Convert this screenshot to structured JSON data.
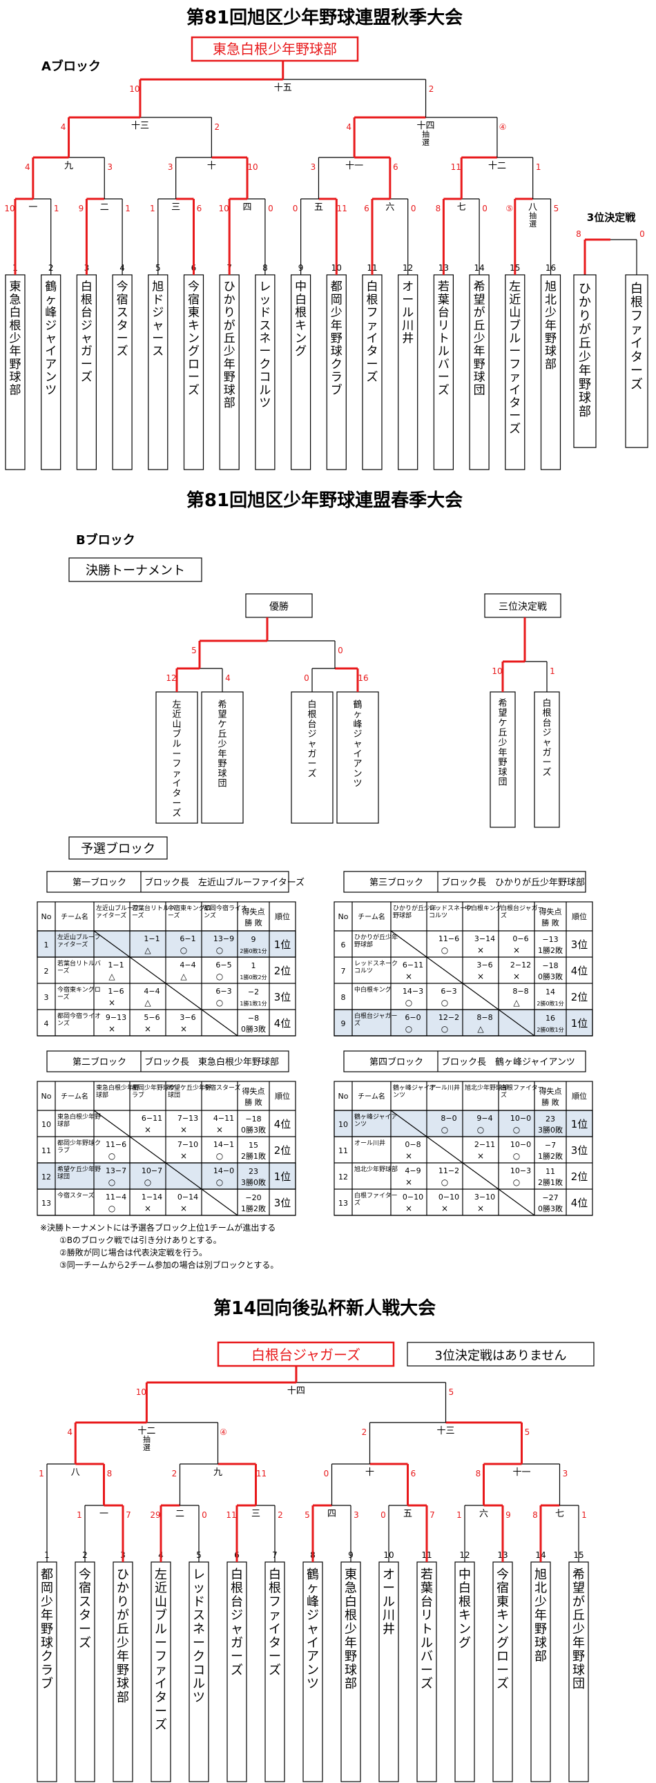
{
  "colors": {
    "red": "#e8191b",
    "black": "#000000",
    "highlight": "#dde7f2"
  },
  "bracket_a": {
    "title": "第81回旭区少年野球連盟秋季大会",
    "block_label": "Aブロック",
    "champion": "東急白根少年野球部",
    "final_label": "十五",
    "final_scores": [
      "10",
      "2"
    ],
    "third_place": {
      "label": "3位決定戦",
      "scores": [
        "8",
        "0"
      ],
      "teams": [
        "ひかりが丘少年野球部",
        "白根ファイターズ"
      ]
    },
    "teams": [
      {
        "no": "1",
        "name": "東急白根少年野球部"
      },
      {
        "no": "2",
        "name": "鶴ヶ峰ジャイアンツ"
      },
      {
        "no": "3",
        "name": "白根台ジャガーズ"
      },
      {
        "no": "4",
        "name": "今宿スターズ"
      },
      {
        "no": "5",
        "name": "旭ドジャース"
      },
      {
        "no": "6",
        "name": "今宿東キングローズ"
      },
      {
        "no": "7",
        "name": "ひかりが丘少年野球部"
      },
      {
        "no": "8",
        "name": "レッドスネークコルツ"
      },
      {
        "no": "9",
        "name": "中白根キング"
      },
      {
        "no": "10",
        "name": "都岡少年野球クラブ"
      },
      {
        "no": "11",
        "name": "白根ファイターズ"
      },
      {
        "no": "12",
        "name": "オール川井"
      },
      {
        "no": "13",
        "name": "若葉台リトルバーズ"
      },
      {
        "no": "14",
        "name": "希望が丘少年野球団"
      },
      {
        "no": "15",
        "name": "左近山ブルーファイターズ"
      },
      {
        "no": "16",
        "name": "旭北少年野球部"
      }
    ],
    "r1": [
      {
        "label": "一",
        "s": [
          "10",
          "1"
        ]
      },
      {
        "label": "二",
        "s": [
          "9",
          "1"
        ]
      },
      {
        "label": "三",
        "s": [
          "1",
          "6"
        ]
      },
      {
        "label": "四",
        "s": [
          "10",
          "0"
        ]
      },
      {
        "label": "五",
        "s": [
          "0",
          "11"
        ]
      },
      {
        "label": "六",
        "s": [
          "6",
          "0"
        ]
      },
      {
        "label": "七",
        "s": [
          "8",
          "0"
        ]
      },
      {
        "label": "八",
        "s": [
          "⑤",
          "5"
        ],
        "note": "抽選"
      }
    ],
    "r2": [
      {
        "label": "九",
        "s": [
          "4",
          "3"
        ]
      },
      {
        "label": "十",
        "s": [
          "3",
          "10"
        ]
      },
      {
        "label": "十一",
        "s": [
          "3",
          "6"
        ]
      },
      {
        "label": "十二",
        "s": [
          "11",
          "1"
        ]
      }
    ],
    "r3": [
      {
        "label": "十三",
        "s": [
          "4",
          "2"
        ]
      },
      {
        "label": "十四",
        "s": [
          "4",
          "④"
        ],
        "note": "抽選"
      }
    ]
  },
  "spring": {
    "title": "第81回旭区少年野球連盟春季大会",
    "block_label": "Bブロック",
    "final_title": "決勝トーナメント",
    "champion_label": "優勝",
    "scores": [
      "12",
      "4",
      "0",
      "16"
    ],
    "final_scores": [
      "5",
      "0"
    ],
    "teams": [
      "左近山ブルーファイターズ",
      "希望ケ丘少年野球団",
      "白根台ジャガーズ",
      "鶴ヶ峰ジャイアンツ"
    ],
    "third_label": "三位決定戦",
    "third_scores": [
      "10",
      "1"
    ],
    "third_teams": [
      "希望ケ丘少年野球団",
      "白根台ジャガーズ"
    ],
    "prelim_title": "予選ブロック",
    "header": {
      "no": "No",
      "team": "チーム名",
      "diff": "得失点",
      "record": "勝 敗",
      "rank": "順位"
    },
    "tables": [
      {
        "name": "第一ブロック",
        "leader": "ブロック長　左近山ブルーファイターズ",
        "cols": [
          "左近山ブルーファイターズ",
          "若葉台リトルバーズ",
          "今宿東キングローズ",
          "都岡今宿ライオンズ"
        ],
        "rows": [
          {
            "no": "1",
            "team": "左近山ブルーファイターズ",
            "cells": [
              null,
              [
                "1−1",
                "△"
              ],
              [
                "6−1",
                "○"
              ],
              [
                "13−9",
                "○"
              ]
            ],
            "diff": "9",
            "record": "2勝0敗1分",
            "rank": "1位",
            "hl": true
          },
          {
            "no": "2",
            "team": "若葉台リトルバーズ",
            "cells": [
              [
                "1−1",
                "△"
              ],
              null,
              [
                "4−4",
                "△"
              ],
              [
                "6−5",
                "○"
              ]
            ],
            "diff": "1",
            "record": "1勝0敗2分",
            "rank": "2位"
          },
          {
            "no": "3",
            "team": "今宿東キングローズ",
            "cells": [
              [
                "1−6",
                "×"
              ],
              [
                "4−4",
                "△"
              ],
              null,
              [
                "6−3",
                "○"
              ]
            ],
            "diff": "−2",
            "record": "1勝1敗1分",
            "rank": "3位"
          },
          {
            "no": "4",
            "team": "都岡今宿ライオンズ",
            "cells": [
              [
                "9−13",
                "×"
              ],
              [
                "5−6",
                "×"
              ],
              [
                "3−6",
                "×"
              ],
              null
            ],
            "diff": "−8",
            "record": "0勝3敗",
            "rank": "4位"
          }
        ]
      },
      {
        "name": "第二ブロック",
        "leader": "ブロック長　東急白根少年野球部",
        "cols": [
          "東急白根少年野球部",
          "都岡少年野球クラブ",
          "希望ケ丘少年野球団",
          "今宿スターズ"
        ],
        "rows": [
          {
            "no": "10",
            "team": "東急白根少年野球部",
            "cells": [
              null,
              [
                "6−11",
                "×"
              ],
              [
                "7−13",
                "×"
              ],
              [
                "4−11",
                "×"
              ]
            ],
            "diff": "−18",
            "record": "0勝3敗",
            "rank": "4位"
          },
          {
            "no": "11",
            "team": "都岡少年野球クラブ",
            "cells": [
              [
                "11−6",
                "○"
              ],
              null,
              [
                "7−10",
                "×"
              ],
              [
                "14−1",
                "○"
              ]
            ],
            "diff": "15",
            "record": "2勝1敗",
            "rank": "2位"
          },
          {
            "no": "12",
            "team": "希望ケ丘少年野球団",
            "cells": [
              [
                "13−7",
                "○"
              ],
              [
                "10−7",
                "○"
              ],
              null,
              [
                "14−0",
                "○"
              ]
            ],
            "diff": "23",
            "record": "3勝0敗",
            "rank": "1位",
            "hl": true
          },
          {
            "no": "13",
            "team": "今宿スターズ",
            "cells": [
              [
                "11−4",
                "○"
              ],
              [
                "1−14",
                "×"
              ],
              [
                "0−14",
                "×"
              ],
              null
            ],
            "diff": "−20",
            "record": "1勝2敗",
            "rank": "3位"
          }
        ]
      },
      {
        "name": "第三ブロック",
        "leader": "ブロック長　ひかりが丘少年野球部",
        "cols": [
          "ひかりが丘少年野球部",
          "レッドスネークコルツ",
          "中白根キング",
          "白根台ジャガーズ"
        ],
        "rows": [
          {
            "no": "6",
            "team": "ひかりが丘少年野球部",
            "cells": [
              null,
              [
                "11−6",
                "○"
              ],
              [
                "3−14",
                "×"
              ],
              [
                "0−6",
                "×"
              ]
            ],
            "diff": "−13",
            "record": "1勝2敗",
            "rank": "3位"
          },
          {
            "no": "7",
            "team": "レッドスネークコルツ",
            "cells": [
              [
                "6−11",
                "×"
              ],
              null,
              [
                "3−6",
                "×"
              ],
              [
                "2−12",
                "×"
              ]
            ],
            "diff": "−18",
            "record": "0勝3敗",
            "rank": "4位"
          },
          {
            "no": "8",
            "team": "中白根キング",
            "cells": [
              [
                "14−3",
                "○"
              ],
              [
                "6−3",
                "○"
              ],
              null,
              [
                "8−8",
                "△"
              ]
            ],
            "diff": "14",
            "record": "2勝0敗1分",
            "rank": "2位"
          },
          {
            "no": "9",
            "team": "白根台ジャガーズ",
            "cells": [
              [
                "6−0",
                "○"
              ],
              [
                "12−2",
                "○"
              ],
              [
                "8−8",
                "△"
              ],
              null
            ],
            "diff": "16",
            "record": "2勝0敗1分",
            "rank": "1位",
            "hl": true
          }
        ]
      },
      {
        "name": "第四ブロック",
        "leader": "ブロック長　鶴ヶ峰ジャイアンツ",
        "cols": [
          "鶴ヶ峰ジャイアンツ",
          "オール川井",
          "旭北少年野球部",
          "白根ファイターズ"
        ],
        "rows": [
          {
            "no": "10",
            "team": "鶴ヶ峰ジャイアンツ",
            "cells": [
              null,
              [
                "8−0",
                "○"
              ],
              [
                "9−4",
                "○"
              ],
              [
                "10−0",
                "○"
              ]
            ],
            "diff": "23",
            "record": "3勝0敗",
            "rank": "1位",
            "hl": true
          },
          {
            "no": "11",
            "team": "オール川井",
            "cells": [
              [
                "0−8",
                "×"
              ],
              null,
              [
                "2−11",
                "×"
              ],
              [
                "10−0",
                "○"
              ]
            ],
            "diff": "−7",
            "record": "1勝2敗",
            "rank": "3位"
          },
          {
            "no": "12",
            "team": "旭北少年野球部",
            "cells": [
              [
                "4−9",
                "×"
              ],
              [
                "11−2",
                "○"
              ],
              null,
              [
                "10−3",
                "○"
              ]
            ],
            "diff": "11",
            "record": "2勝1敗",
            "rank": "2位"
          },
          {
            "no": "13",
            "team": "白根ファイターズ",
            "cells": [
              [
                "0−10",
                "×"
              ],
              [
                "0−10",
                "×"
              ],
              [
                "3−10",
                "×"
              ],
              null
            ],
            "diff": "−27",
            "record": "0勝3敗",
            "rank": "4位"
          }
        ]
      }
    ],
    "notes": [
      "※決勝トーナメントには予選各ブロック上位1チームが進出する",
      "①Bのブロック戦では引き分けありとする。",
      "②勝敗が同じ場合は代表決定戦を行う。",
      "③同一チームから2チーム参加の場合は別ブロックとする。"
    ]
  },
  "bracket_c": {
    "title": "第14回向後弘杯新人戦大会",
    "champion": "白根台ジャガーズ",
    "no_third": "3位決定戦はありません",
    "final_label": "十四",
    "final_scores": [
      "10",
      "5"
    ],
    "teams": [
      {
        "no": "1",
        "name": "都岡少年野球クラブ"
      },
      {
        "no": "2",
        "name": "今宿スターズ"
      },
      {
        "no": "3",
        "name": "ひかりが丘少年野球部"
      },
      {
        "no": "4",
        "name": "左近山ブルーファイターズ"
      },
      {
        "no": "5",
        "name": "レッドスネークコルツ"
      },
      {
        "no": "6",
        "name": "白根台ジャガーズ"
      },
      {
        "no": "7",
        "name": "白根ファイターズ"
      },
      {
        "no": "8",
        "name": "鶴ヶ峰ジャイアンツ"
      },
      {
        "no": "9",
        "name": "東急白根少年野球部"
      },
      {
        "no": "10",
        "name": "オール川井"
      },
      {
        "no": "11",
        "name": "若葉台リトルバーズ"
      },
      {
        "no": "12",
        "name": "中白根キング"
      },
      {
        "no": "13",
        "name": "今宿東キングローズ"
      },
      {
        "no": "14",
        "name": "旭北少年野球部"
      },
      {
        "no": "15",
        "name": "希望が丘少年野球団"
      }
    ],
    "r1": [
      {
        "label": "一",
        "s": [
          "1",
          "7"
        ]
      },
      {
        "label": "二",
        "s": [
          "29",
          "0"
        ]
      },
      {
        "label": "三",
        "s": [
          "11",
          "2"
        ]
      },
      {
        "label": "四",
        "s": [
          "5",
          "3"
        ]
      },
      {
        "label": "五",
        "s": [
          "0",
          "7"
        ]
      },
      {
        "label": "六",
        "s": [
          "1",
          "9"
        ]
      },
      {
        "label": "七",
        "s": [
          "8",
          "1"
        ]
      }
    ],
    "r2": [
      {
        "label": "八",
        "s": [
          "1",
          "8"
        ]
      },
      {
        "label": "九",
        "s": [
          "2",
          "11"
        ]
      },
      {
        "label": "十",
        "s": [
          "0",
          "6"
        ]
      },
      {
        "label": "十一",
        "s": [
          "8",
          "3"
        ]
      }
    ],
    "r3": [
      {
        "label": "十二",
        "s": [
          "4",
          "④"
        ],
        "note": "抽選"
      },
      {
        "label": "十三",
        "s": [
          "2",
          "5"
        ]
      }
    ]
  }
}
